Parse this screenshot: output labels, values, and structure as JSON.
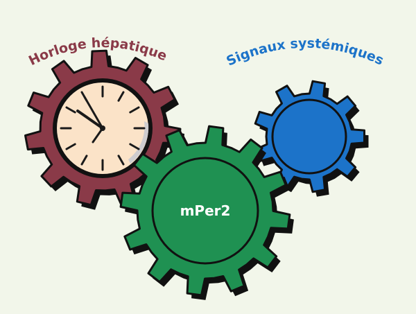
{
  "labels": {
    "liver_clock": "Horloge hépatique",
    "systemic_signals": "Signaux systémiques",
    "center_gene": "mPer2"
  },
  "colors": {
    "background": "#f2f6ea",
    "clock_gear": "#8a3a48",
    "clock_face": "#fbe3c8",
    "clock_hands": "#1a1a1a",
    "gene_gear": "#1f9152",
    "signal_gear": "#1c73c9",
    "label_red": "#8a3a48",
    "label_blue": "#1c73c9",
    "outline": "#111111"
  },
  "icons": {
    "clock": "clock-icon",
    "gear": "gear-icon"
  }
}
